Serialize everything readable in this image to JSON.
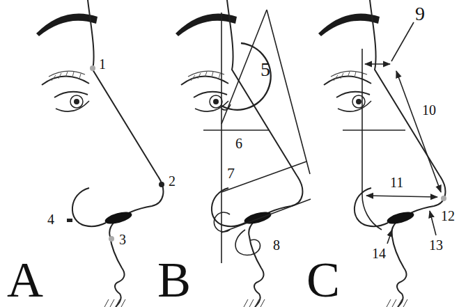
{
  "diagram": {
    "labels": [
      "1",
      "2",
      "3",
      "4",
      "A",
      "5",
      "6",
      "7",
      "8",
      "B",
      "9",
      "10",
      "11",
      "12",
      "13",
      "14",
      "C"
    ]
  }
}
